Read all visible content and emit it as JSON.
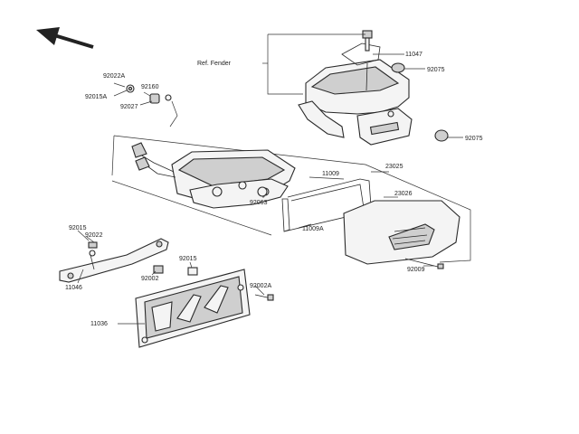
{
  "diagram": {
    "labels": {
      "ref_fender": "Ref. Fender",
      "p11047": "11047",
      "p92075a": "92075",
      "p92075b": "92075",
      "p92022a_top": "92022A",
      "p92160": "92160",
      "p92015a": "92015A",
      "p92027": "92027",
      "p11009": "11009",
      "p23025": "23025",
      "p23026": "23026",
      "p92063": "92063",
      "p11009a": "11009A",
      "p92015_left": "92015",
      "p92022": "92022",
      "p11046": "11046",
      "p92002": "92002",
      "p92015_mid": "92015",
      "p92002a": "92002A",
      "p92009": "92009",
      "p11036": "11036"
    }
  }
}
